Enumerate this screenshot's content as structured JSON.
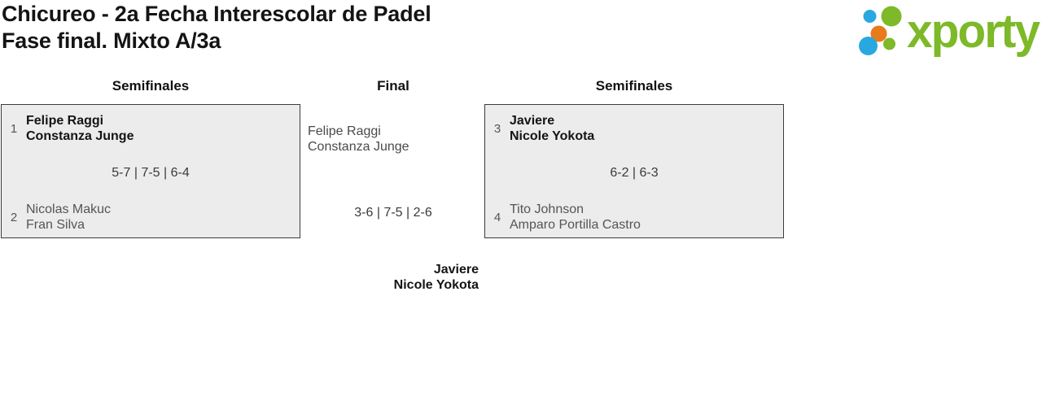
{
  "header": {
    "title_line1": "Chicureo - 2a Fecha Interescolar de Padel",
    "title_line2": "Fase final. Mixto A/3a",
    "logo_text": "xporty",
    "logo_colors": {
      "green": "#7db928",
      "blue": "#29a8e0",
      "orange": "#e87a1e"
    }
  },
  "bracket": {
    "left_semifinal": {
      "header": "Semifinales",
      "team1": {
        "seed": "1",
        "players": [
          "Felipe Raggi",
          "Constanza Junge"
        ],
        "result": "winner"
      },
      "score": "5-7 | 7-5 | 6-4",
      "team2": {
        "seed": "2",
        "players": [
          "Nicolas Makuc",
          "Fran Silva"
        ],
        "result": "loser"
      }
    },
    "final": {
      "header": "Final",
      "finalist": [
        "Felipe Raggi",
        "Constanza Junge"
      ],
      "score": "3-6 | 7-5 | 2-6",
      "winner": [
        "Javiere",
        "Nicole Yokota"
      ]
    },
    "right_semifinal": {
      "header": "Semifinales",
      "team1": {
        "seed": "3",
        "players": [
          "Javiere",
          "Nicole Yokota"
        ],
        "result": "winner"
      },
      "score": "6-2 | 6-3",
      "team2": {
        "seed": "4",
        "players": [
          "Tito Johnson",
          "Amparo Portilla Castro"
        ],
        "result": "loser"
      }
    }
  }
}
